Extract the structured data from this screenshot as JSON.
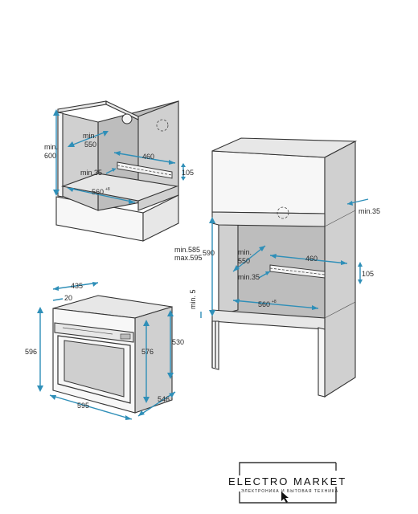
{
  "under_counter": {
    "height_label": "min.\n600",
    "height_min": "min.",
    "height_val": "600",
    "depth_min": "min.",
    "depth_val": "550",
    "width_opening": "460",
    "vent_height": "105",
    "side_gap": "min.35",
    "width_total": "560",
    "width_tol": "+8"
  },
  "tall_cabinet": {
    "gap_top": "min.35",
    "height_range_min": "min.585",
    "height_range_max": "max.595",
    "height_590": "590",
    "depth_min": "min.",
    "depth_val": "550",
    "width_opening": "460",
    "vent_height": "105",
    "side_gap": "min.35",
    "bottom_gap": "min. 5",
    "width_total": "560",
    "width_tol": "+8"
  },
  "oven": {
    "depth_top": "435",
    "panel_depth": "20",
    "height_total": "596",
    "height_body": "576",
    "height_side": "530",
    "width_front": "595",
    "depth_side": "546"
  },
  "brand": {
    "title": "ELECTRO MARKET",
    "subtitle": "ЭЛЕКТРОНИКА И БЫТОВАЯ ТЕХНИКА",
    "cursor_icon": "cursor-arrow-icon"
  }
}
